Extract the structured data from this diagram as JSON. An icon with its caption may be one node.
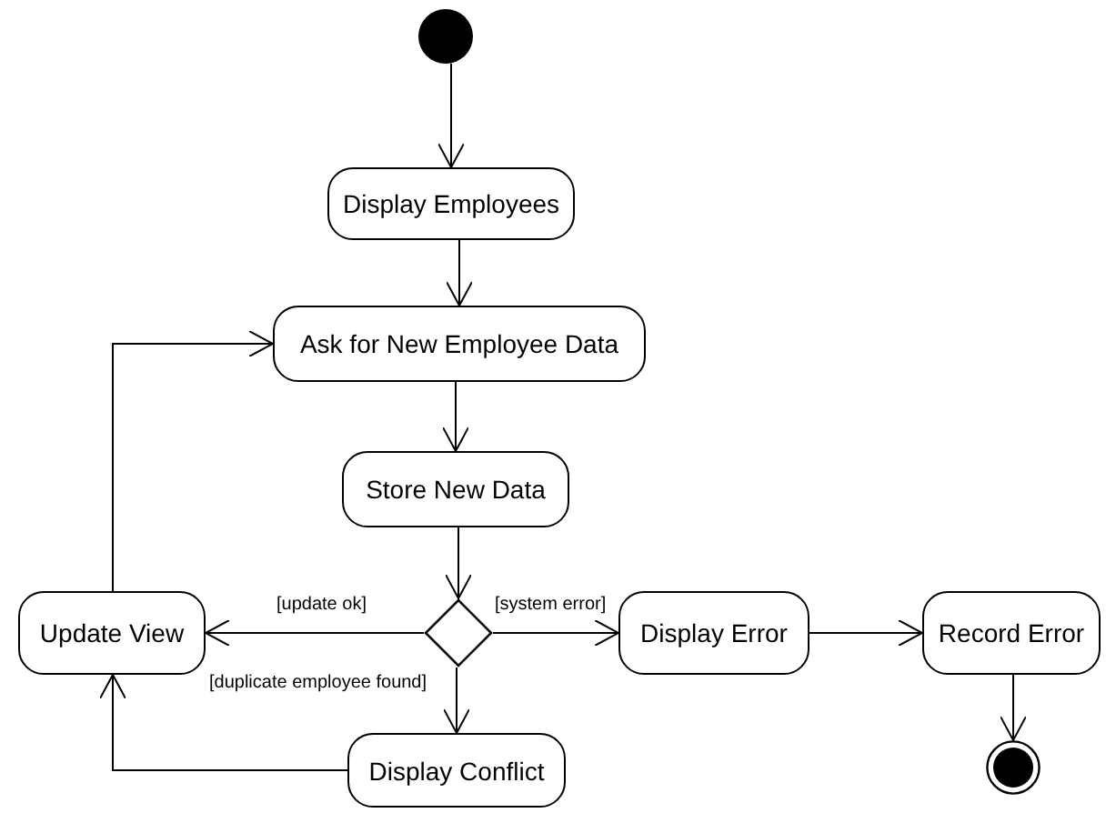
{
  "diagram": {
    "nodes": [
      {
        "text": [],
        "shape": "circle"
      },
      {
        "text": [
          "Display Employees"
        ]
      },
      {
        "text": [
          "Ask for New Employee Data"
        ]
      },
      {
        "text": [
          "Store New Data"
        ]
      },
      {
        "text": [],
        "shape": "diamond"
      },
      {
        "text": [
          "Update View"
        ]
      },
      {
        "text": [
          "Display Error"
        ]
      },
      {
        "text": [
          "Record Error"
        ]
      },
      {
        "text": [
          "Display Conflict"
        ]
      },
      {
        "text": [],
        "shape": "circle"
      }
    ],
    "edges": [
      {
        "from": 0,
        "to": 1,
        "arrow": "to"
      },
      {
        "from": 1,
        "to": 2,
        "arrow": "to"
      },
      {
        "from": 2,
        "to": 3,
        "arrow": "to"
      },
      {
        "from": 3,
        "to": 4,
        "arrow": "to"
      },
      {
        "from": 4,
        "to": 5,
        "arrow": "to",
        "label": "[update ok]"
      },
      {
        "from": 4,
        "to": 6,
        "arrow": "to",
        "label": "[system error]"
      },
      {
        "from": 4,
        "to": 8,
        "arrow": "to",
        "label": "[duplicate employee found]"
      },
      {
        "from": 6,
        "to": 7,
        "arrow": "to"
      },
      {
        "from": 7,
        "to": 9,
        "arrow": "to"
      },
      {
        "from": 8,
        "to": 5,
        "arrow": "to"
      },
      {
        "from": 5,
        "to": 2,
        "arrow": "to"
      }
    ]
  }
}
